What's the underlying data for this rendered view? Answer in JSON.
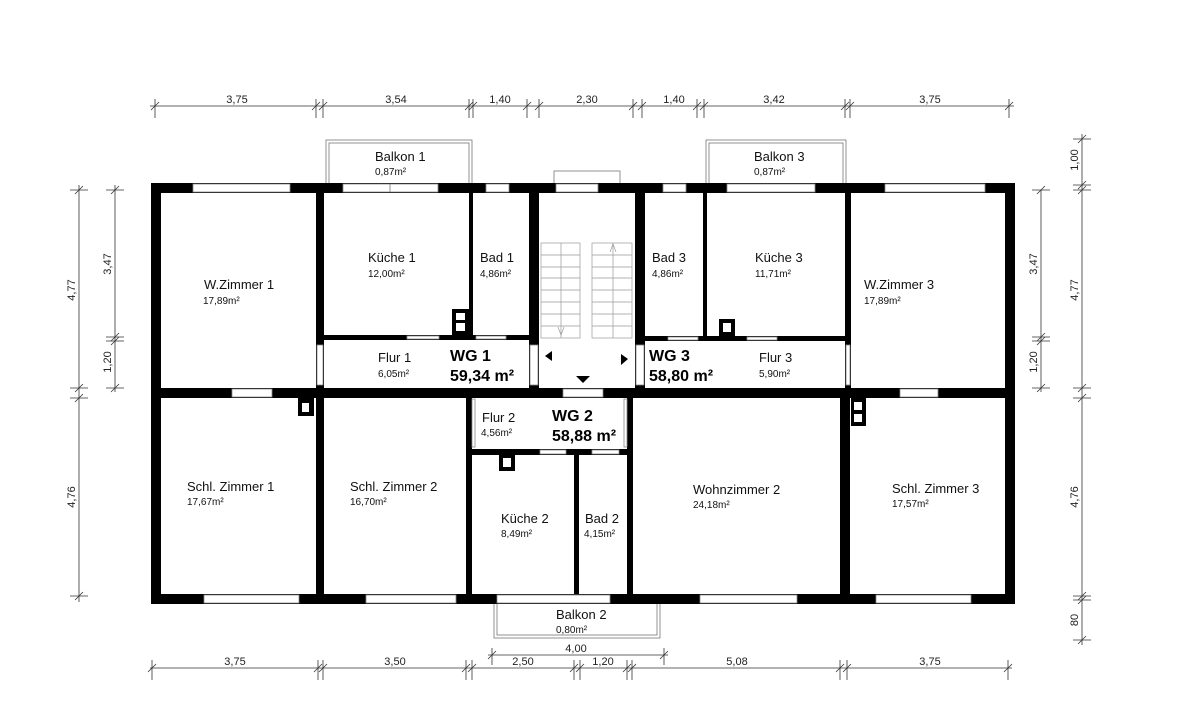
{
  "rooms": {
    "wz1": {
      "name": "W.Zimmer 1",
      "area": "17,89m²"
    },
    "k1": {
      "name": "Küche 1",
      "area": "12,00m²"
    },
    "b1": {
      "name": "Bad 1",
      "area": "4,86m²"
    },
    "f1": {
      "name": "Flur 1",
      "area": "6,05m²"
    },
    "b3": {
      "name": "Bad 3",
      "area": "4,86m²"
    },
    "k3": {
      "name": "Küche 3",
      "area": "11,71m²"
    },
    "wz3": {
      "name": "W.Zimmer 3",
      "area": "17,89m²"
    },
    "f3": {
      "name": "Flur 3",
      "area": "5,90m²"
    },
    "s1": {
      "name": "Schl. Zimmer 1",
      "area": "17,67m²"
    },
    "s2": {
      "name": "Schl. Zimmer 2",
      "area": "16,70m²"
    },
    "f2": {
      "name": "Flur 2",
      "area": "4,56m²"
    },
    "k2": {
      "name": "Küche 2",
      "area": "8,49m²"
    },
    "b2": {
      "name": "Bad 2",
      "area": "4,15m²"
    },
    "wo2": {
      "name": "Wohnzimmer 2",
      "area": "24,18m²"
    },
    "s3": {
      "name": "Schl. Zimmer 3",
      "area": "17,57m²"
    },
    "bal1": {
      "name": "Balkon 1",
      "area": "0,87m²"
    },
    "bal2": {
      "name": "Balkon 2",
      "area": "0,80m²"
    },
    "bal3": {
      "name": "Balkon 3",
      "area": "0,87m²"
    }
  },
  "units": {
    "wg1": {
      "name": "WG 1",
      "area": "59,34 m²"
    },
    "wg2": {
      "name": "WG 2",
      "area": "58,88 m²"
    },
    "wg3": {
      "name": "WG 3",
      "area": "58,80 m²"
    }
  },
  "dimensions": {
    "top": [
      "3,75",
      "3,54",
      "1,40",
      "2,30",
      "1,40",
      "3,42",
      "3,75"
    ],
    "bottom": [
      "3,75",
      "3,50",
      "2,50",
      "1,20",
      "5,08",
      "3,75"
    ],
    "balkon2_width": "4,00",
    "left_outer": [
      "4,77",
      "4,76"
    ],
    "left_inner": [
      "3,47",
      "1,20"
    ],
    "right_inner": [
      "3,47",
      "1,20"
    ],
    "right_outer": [
      "1,00",
      "4,77",
      "4,76",
      "80"
    ]
  }
}
